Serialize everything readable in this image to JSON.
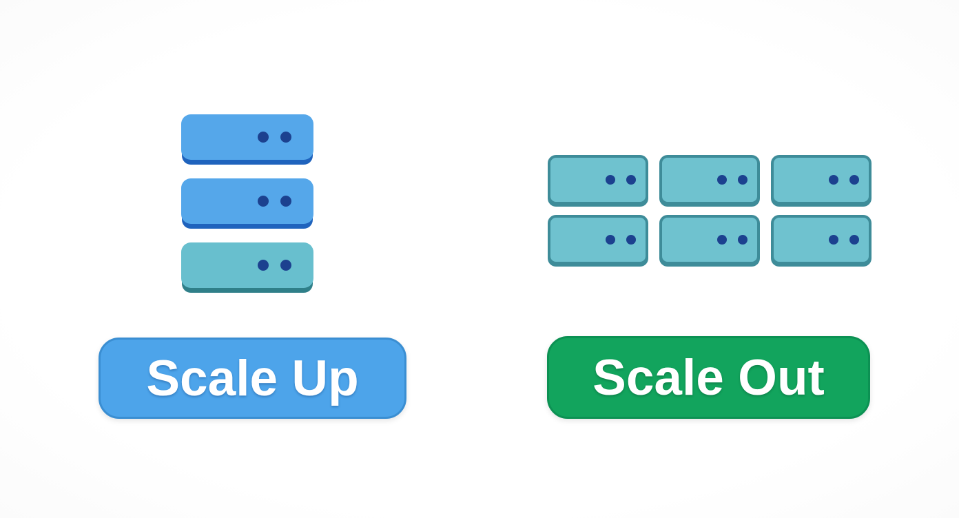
{
  "colors": {
    "blue-face": "#55a7ea",
    "blue-edge": "#1f63bd",
    "teal-face": "#68bfce",
    "teal-edge": "#2f7f89",
    "out-face": "#6fc2cf",
    "out-border": "#3e8c99",
    "dot": "#1c418f",
    "btn-blue": "#4da4ea",
    "btn-blue-border": "#3a8ed2",
    "btn-green": "#12a45d",
    "btn-green-border": "#0c9153",
    "text": "#ffffff"
  },
  "scale_up": {
    "button_label": "Scale Up",
    "server_count": 3,
    "dots_per_server": 2,
    "servers": [
      {
        "face_color": "#55a7ea",
        "edge_color": "#1f63bd"
      },
      {
        "face_color": "#55a7ea",
        "edge_color": "#1f63bd"
      },
      {
        "face_color": "#68bfce",
        "edge_color": "#2f7f89"
      }
    ]
  },
  "scale_out": {
    "button_label": "Scale Out",
    "server_count": 6,
    "dots_per_server": 2,
    "grid": {
      "rows": 2,
      "columns": 3
    },
    "server_face_color": "#6fc2cf",
    "server_border_color": "#3e8c99"
  },
  "background_color": "#ffffff"
}
